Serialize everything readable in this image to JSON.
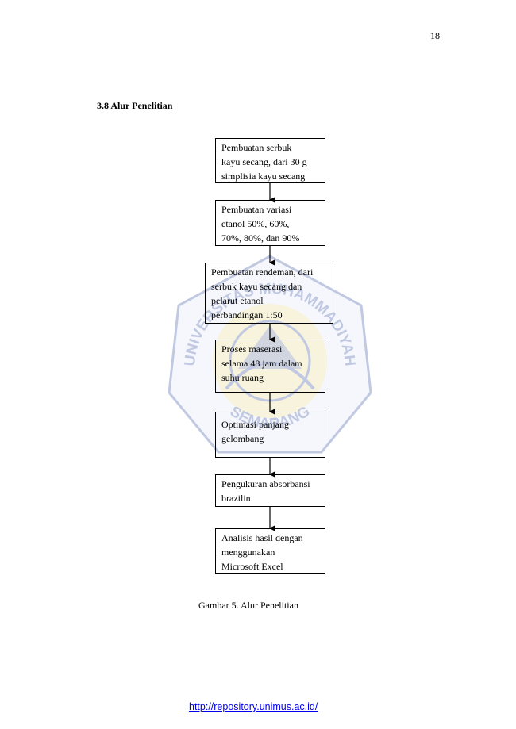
{
  "page": {
    "number": "18"
  },
  "section": {
    "heading": "3.8 Alur Penelitian"
  },
  "watermark": {
    "university": "UNIVERSITAS MUHAMMADIYAH",
    "city": "SEMARANG",
    "color": "#1f3f95",
    "accent": "#e8c93b"
  },
  "flowchart": {
    "steps": [
      {
        "lines": [
          "Pembuatan serbuk",
          "kayu secang, dari 30 g",
          "simplisia kayu secang"
        ]
      },
      {
        "lines": [
          "Pembuatan variasi",
          "etanol 50%, 60%,",
          "70%, 80%, dan 90%"
        ]
      },
      {
        "lines": [
          "Pembuatan rendeman, dari",
          "serbuk kayu secang dan",
          "pelarut etanol",
          "perbandingan 1:50"
        ]
      },
      {
        "lines": [
          "Proses maserasi",
          "selama 48 jam dalam",
          "suhu ruang"
        ]
      },
      {
        "lines": [
          "Optimasi panjang",
          "gelombang"
        ]
      },
      {
        "lines": [
          "Pengukuran absorbansi",
          "brazilin"
        ]
      },
      {
        "lines": [
          "Analisis hasil dengan",
          "menggunakan",
          "Microsoft Excel"
        ]
      }
    ]
  },
  "caption": {
    "text": "Gambar 5. Alur Penelitian"
  },
  "footer": {
    "url": "http://repository.unimus.ac.id/"
  }
}
